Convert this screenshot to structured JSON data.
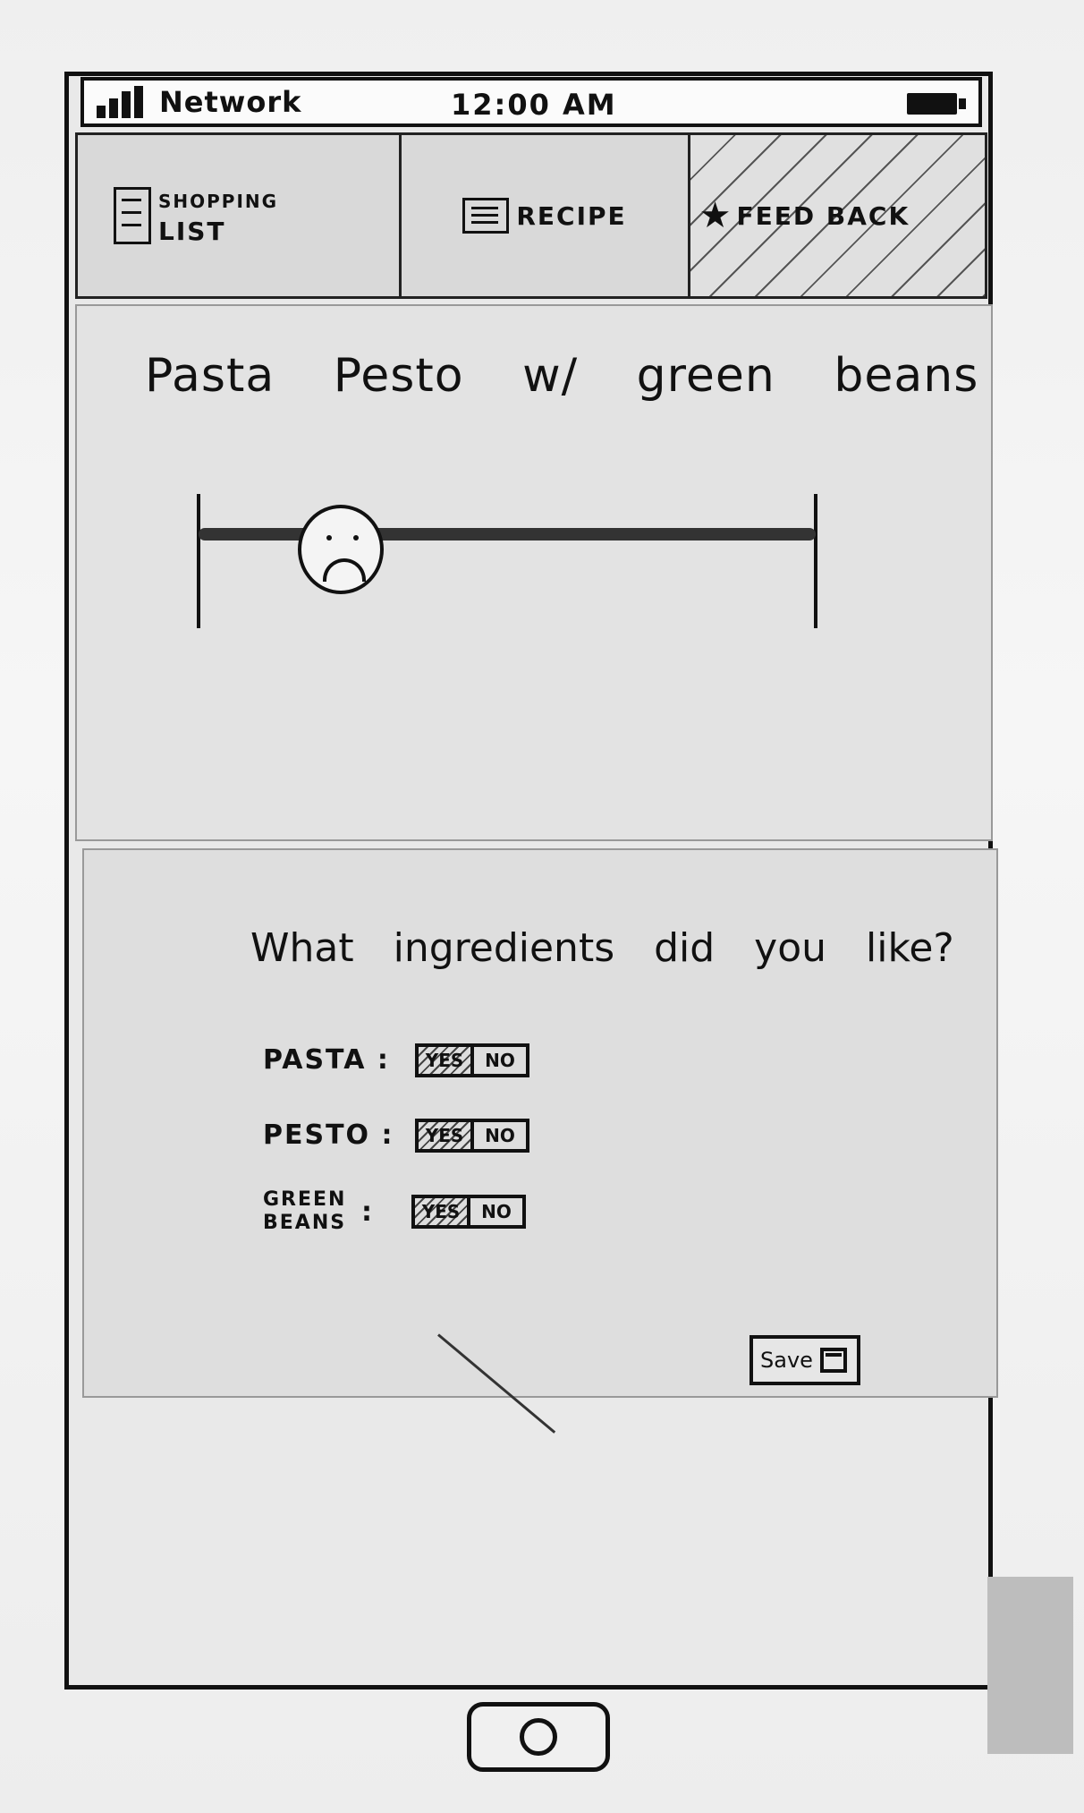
{
  "status_bar": {
    "network": "Network",
    "time": "12:00 AM"
  },
  "tabs": [
    {
      "label_line1": "Shopping",
      "label_line2": "List",
      "icon": "list-icon"
    },
    {
      "label": "Recipe",
      "icon": "recipe-icon"
    },
    {
      "label": "Feed back",
      "icon": "star-icon",
      "selected": true
    }
  ],
  "rating_card": {
    "dish_title": "Pasta Pesto w/ green beans",
    "rating_face": "sad-face-icon",
    "rating_level": 0.23
  },
  "feedback_card": {
    "question": "What ingredients did you like?",
    "ingredients": [
      {
        "label": "Pasta :",
        "yes": "YES",
        "no": "NO",
        "selected": "yes"
      },
      {
        "label": "Pesto :",
        "yes": "YES",
        "no": "NO",
        "selected": "yes"
      },
      {
        "label_line1": "Green",
        "label_line2": "Beans",
        "separator": ":",
        "yes": "YES",
        "no": "NO",
        "selected": "yes"
      }
    ],
    "save_label": "Save"
  }
}
